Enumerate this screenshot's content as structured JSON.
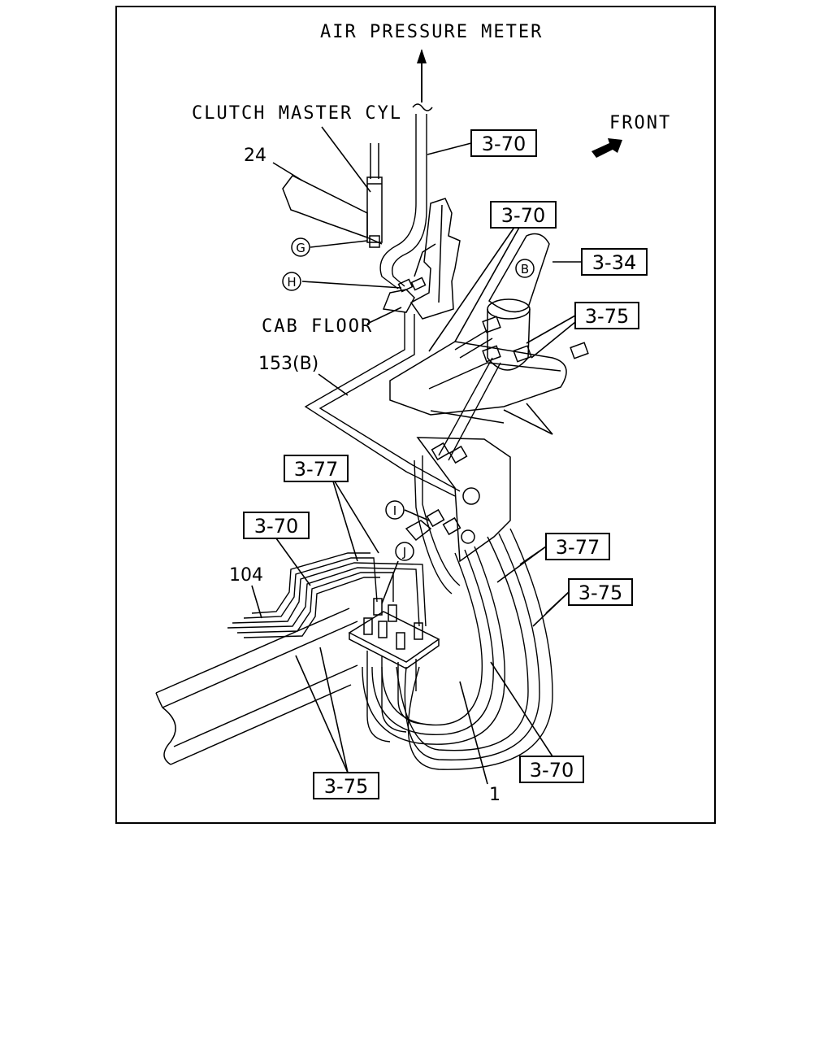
{
  "labels": {
    "air_pressure_meter": "AIR PRESSURE METER",
    "clutch_master_cyl": "CLUTCH MASTER CYL",
    "front": "FRONT",
    "cab_floor": "CAB FLOOR"
  },
  "part_numbers": {
    "p24": "24",
    "p153b": "153(B)",
    "p104": "104",
    "p1": "1"
  },
  "ref_boxes": {
    "r370_top": "3-70",
    "r370_mid": "3-70",
    "r334": "3-34",
    "r375_right": "3-75",
    "r377_left": "3-77",
    "r370_left": "3-70",
    "r377_right": "3-77",
    "r375_mid": "3-75",
    "r375_bottom": "3-75",
    "r370_bottom": "3-70"
  },
  "circle_callouts": {
    "g": "G",
    "h": "H",
    "i": "I",
    "j": "J",
    "b": "B"
  }
}
